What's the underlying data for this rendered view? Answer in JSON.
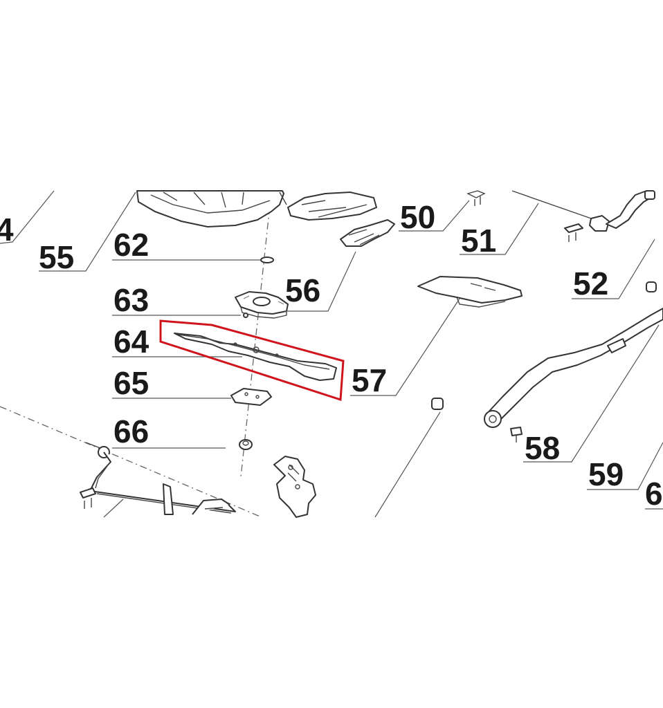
{
  "diagram": {
    "labels": [
      {
        "id": "lbl-54",
        "text": "4"
      },
      {
        "id": "lbl-55",
        "text": "55"
      },
      {
        "id": "lbl-62",
        "text": "62"
      },
      {
        "id": "lbl-63",
        "text": "63"
      },
      {
        "id": "lbl-64",
        "text": "64"
      },
      {
        "id": "lbl-65",
        "text": "65"
      },
      {
        "id": "lbl-66",
        "text": "66"
      },
      {
        "id": "lbl-56",
        "text": "56"
      },
      {
        "id": "lbl-57",
        "text": "57"
      },
      {
        "id": "lbl-50",
        "text": "50"
      },
      {
        "id": "lbl-51",
        "text": "51"
      },
      {
        "id": "lbl-52",
        "text": "52"
      },
      {
        "id": "lbl-58",
        "text": "58"
      },
      {
        "id": "lbl-59",
        "text": "59"
      },
      {
        "id": "lbl-6x",
        "text": "6"
      }
    ],
    "highlight_color": "#d0141c",
    "line_color": "#333333"
  }
}
